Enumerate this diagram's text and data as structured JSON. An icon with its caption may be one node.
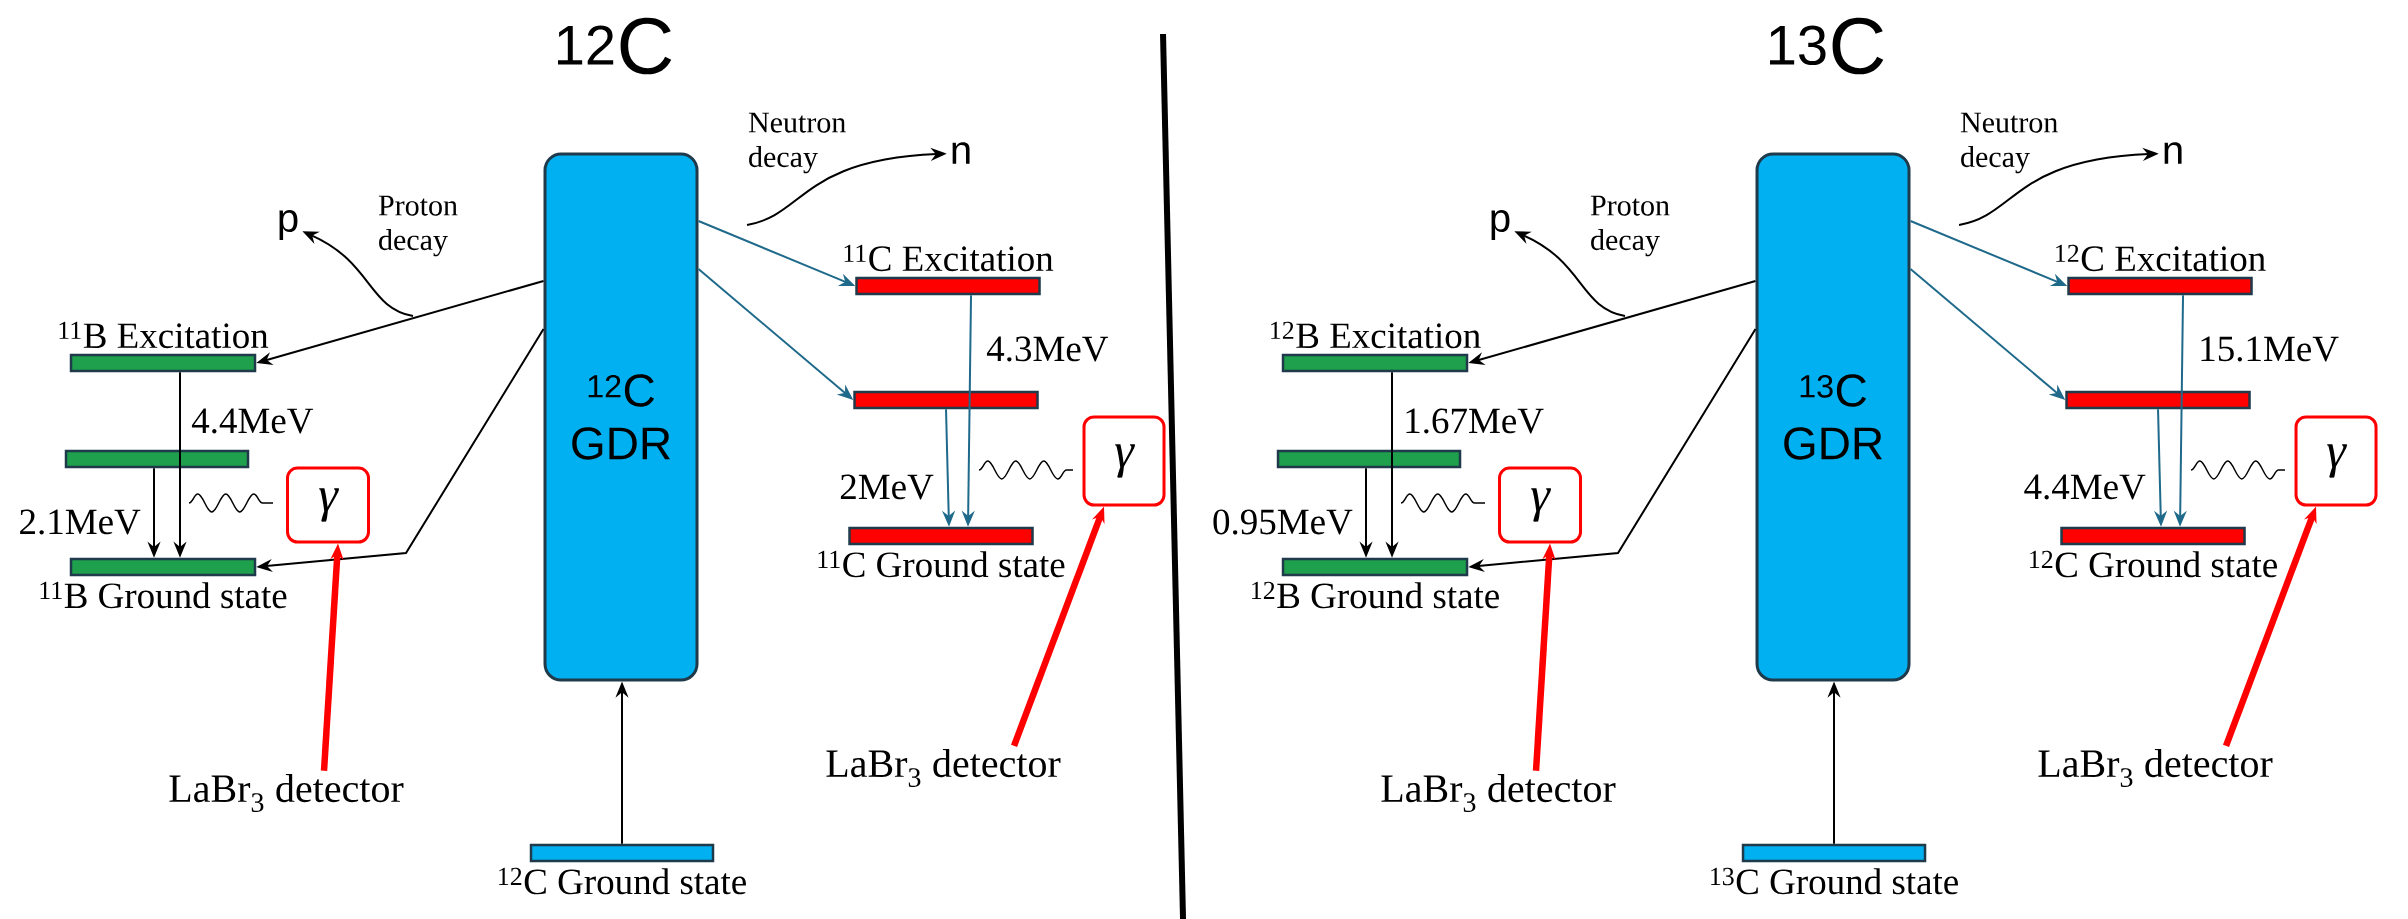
{
  "diagram": {
    "nodes": [
      {
        "text": [
          "$^{12}$C GDR"
        ]
      },
      {
        "text": [
          "$^{12}$C Ground state"
        ]
      },
      {
        "text": [
          "$^{11}$B Excitation"
        ]
      },
      {
        "text": [],
        "shape": "bar"
      },
      {
        "text": [
          "$^{11}$B Ground state"
        ]
      },
      {
        "text": [
          "$^{11}$C Excitation"
        ]
      },
      {
        "text": [],
        "shape": "bar"
      },
      {
        "text": [
          "$^{11}$C Ground state"
        ]
      },
      {
        "text": [
          "γ"
        ]
      },
      {
        "text": [
          "γ"
        ]
      },
      {
        "text": [
          "p"
        ]
      },
      {
        "text": [
          "n"
        ]
      },
      {
        "text": [
          "LaBr$_{3}$ detector"
        ]
      },
      {
        "text": [
          "LaBr$_{3}$ detector"
        ]
      },
      {
        "text": [
          "$^{13}$C GDR"
        ]
      },
      {
        "text": [
          "$^{13}$C Ground state"
        ]
      },
      {
        "text": [
          "$^{12}$B Excitation"
        ]
      },
      {
        "text": [],
        "shape": "bar"
      },
      {
        "text": [
          "$^{12}$B Ground state"
        ]
      },
      {
        "text": [
          "$^{12}$C Excitation"
        ]
      },
      {
        "text": [],
        "shape": "bar"
      },
      {
        "text": [
          "$^{12}$C Ground state"
        ]
      },
      {
        "text": [
          "γ"
        ]
      },
      {
        "text": [
          "γ"
        ]
      },
      {
        "text": [
          "p"
        ]
      },
      {
        "text": [
          "n"
        ]
      },
      {
        "text": [
          "LaBr$_{3}$ detector"
        ]
      },
      {
        "text": [
          "LaBr$_{3}$ detector"
        ]
      }
    ],
    "edges": [
      {
        "from": 1,
        "to": 0,
        "arrow": "to"
      },
      {
        "from": 0,
        "to": 2,
        "arrow": "to"
      },
      {
        "from": 0,
        "to": 4,
        "arrow": "to"
      },
      {
        "from": 0,
        "to": 5,
        "arrow": "to",
        "color": "#1f6a8a"
      },
      {
        "from": 0,
        "to": 6,
        "arrow": "to",
        "color": "#1f6a8a"
      },
      {
        "from": 2,
        "to": 4,
        "arrow": "to"
      },
      {
        "from": 3,
        "to": 4,
        "arrow": "to"
      },
      {
        "from": 5,
        "to": 7,
        "arrow": "to",
        "color": "#1f6a8a"
      },
      {
        "from": 6,
        "to": 7,
        "arrow": "to",
        "color": "#1f6a8a"
      },
      {
        "from": null,
        "to": 10,
        "arrow": "to"
      },
      {
        "from": null,
        "to": 11,
        "arrow": "to"
      },
      {
        "from": 12,
        "to": 8,
        "arrow": "to",
        "style": "thick",
        "color": "#ff0000"
      },
      {
        "from": 13,
        "to": 9,
        "arrow": "to",
        "style": "thick",
        "color": "#ff0000"
      },
      {
        "from": 15,
        "to": 14,
        "arrow": "to"
      },
      {
        "from": 14,
        "to": 16,
        "arrow": "to"
      },
      {
        "from": 14,
        "to": 18,
        "arrow": "to"
      },
      {
        "from": 14,
        "to": 19,
        "arrow": "to",
        "color": "#1f6a8a"
      },
      {
        "from": 14,
        "to": 20,
        "arrow": "to",
        "color": "#1f6a8a"
      },
      {
        "from": 16,
        "to": 18,
        "arrow": "to"
      },
      {
        "from": 17,
        "to": 18,
        "arrow": "to"
      },
      {
        "from": 19,
        "to": 21,
        "arrow": "to",
        "color": "#1f6a8a"
      },
      {
        "from": 20,
        "to": 21,
        "arrow": "to",
        "color": "#1f6a8a"
      },
      {
        "from": null,
        "to": 24,
        "arrow": "to"
      },
      {
        "from": null,
        "to": 25,
        "arrow": "to"
      },
      {
        "from": 26,
        "to": 22,
        "arrow": "to",
        "style": "thick",
        "color": "#ff0000"
      },
      {
        "from": 27,
        "to": 23,
        "arrow": "to",
        "style": "thick",
        "color": "#ff0000"
      }
    ],
    "labels": [
      "$^{12}$C",
      "Proton decay",
      "Neutron decay",
      "4.4MeV",
      "2.1MeV",
      "4.3MeV",
      "2MeV",
      "$^{13}$C",
      "Proton decay",
      "Neutron decay",
      "1.67MeV",
      "0.95MeV",
      "15.1MeV",
      "4.4MeV"
    ]
  }
}
